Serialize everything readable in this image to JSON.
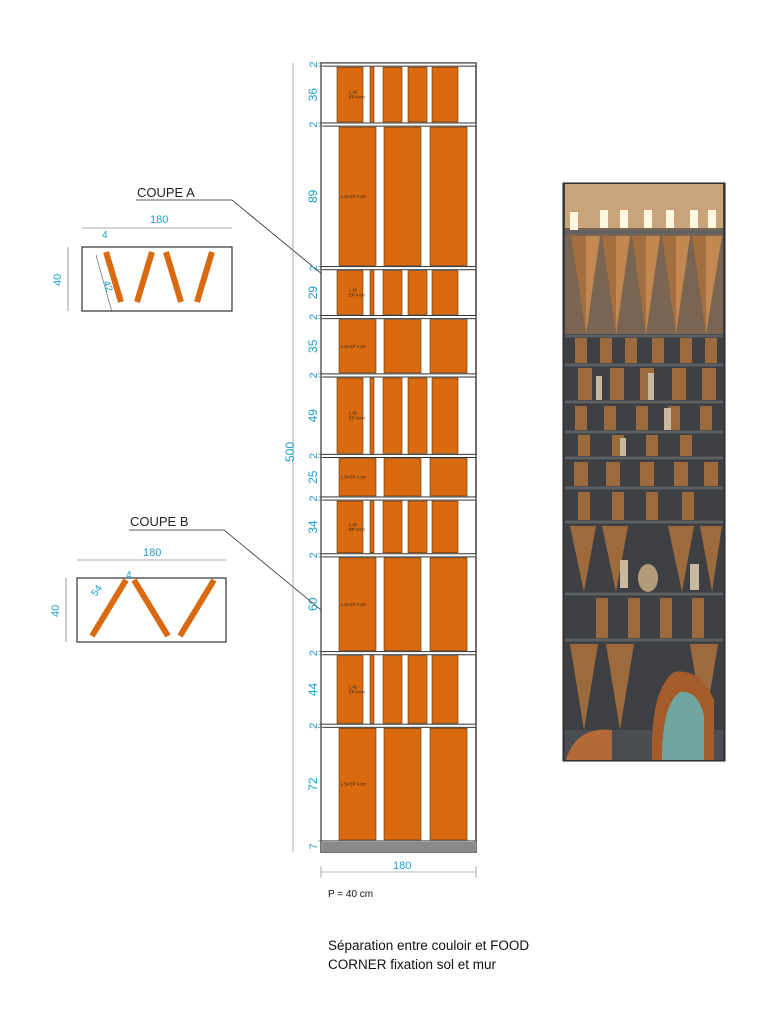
{
  "coupe_a": {
    "title": "COUPE  A",
    "width": "180",
    "height": "40",
    "dims": [
      "4",
      "42"
    ]
  },
  "coupe_b": {
    "title": "COUPE  B",
    "width": "180",
    "height": "40",
    "dims": [
      "54",
      "4"
    ]
  },
  "elevation": {
    "total_height": "500",
    "bottom_width": "180",
    "depth_note": "P = 40 cm",
    "rows": [
      {
        "dim": "2"
      },
      {
        "dim": "36",
        "note": [
          "L 42",
          "EP 4 cm"
        ]
      },
      {
        "dim": "2"
      },
      {
        "dim": "89",
        "note": [
          "L 54 EP 4 cm"
        ]
      },
      {
        "dim": "2"
      },
      {
        "dim": "29",
        "note": [
          "L 42",
          "EP 4 cm"
        ]
      },
      {
        "dim": "2"
      },
      {
        "dim": "35",
        "note": [
          "L 54 EP 4 cm"
        ]
      },
      {
        "dim": "2"
      },
      {
        "dim": "49",
        "note": [
          "L 42",
          "EP 4 cm"
        ]
      },
      {
        "dim": "2"
      },
      {
        "dim": "25",
        "note": [
          "L 54 EP 4 cm"
        ]
      },
      {
        "dim": "2"
      },
      {
        "dim": "34",
        "note": [
          "L 42",
          "EP 4 cm"
        ]
      },
      {
        "dim": "2"
      },
      {
        "dim": "60",
        "note": [
          "L 54 EP 4 cm"
        ]
      },
      {
        "dim": "2"
      },
      {
        "dim": "44",
        "note": [
          "L 42",
          "EP 4 cm"
        ]
      },
      {
        "dim": "2"
      },
      {
        "dim": "72",
        "note": [
          "L 54 EP 4 cm"
        ]
      },
      {
        "dim": "7"
      }
    ]
  },
  "caption": {
    "line1": "Séparation entre couloir et FOOD",
    "line2": "CORNER fixation sol et mur"
  },
  "colors": {
    "fin": "#d96a10",
    "dimension": "#1aa0c8",
    "frame": "#333333"
  }
}
